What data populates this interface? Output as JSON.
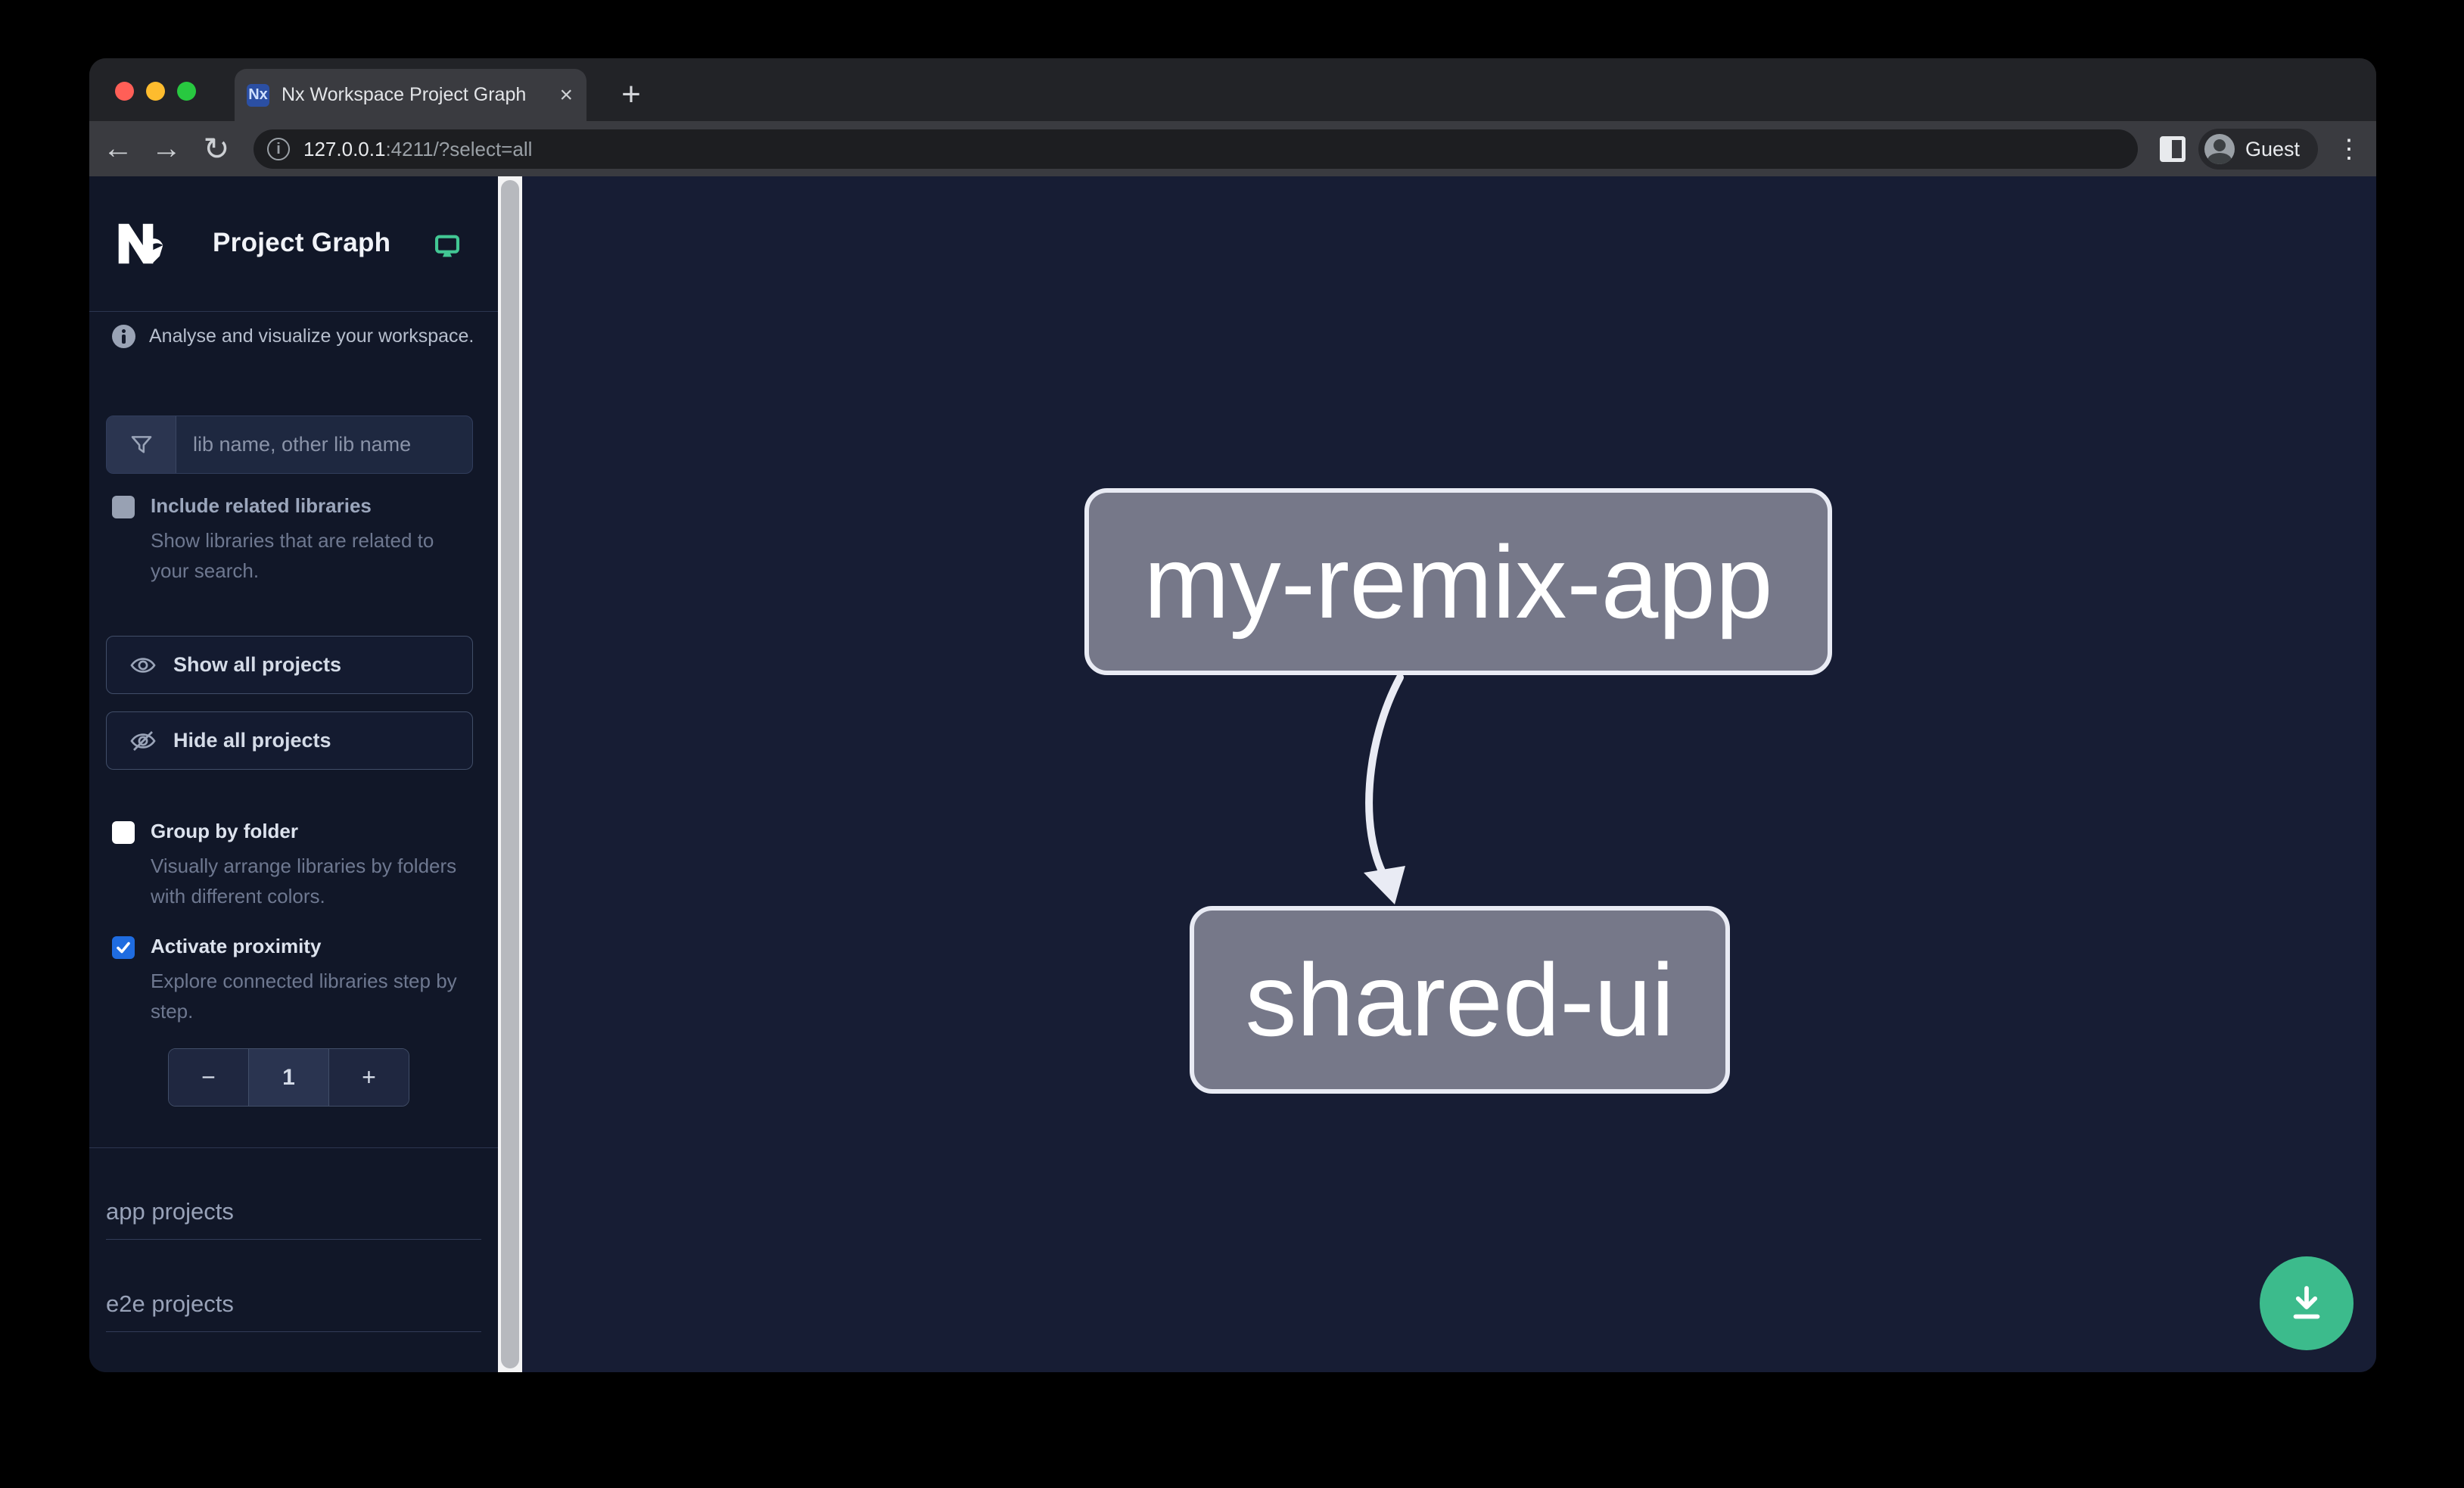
{
  "browser": {
    "tab_title": "Nx Workspace Project Graph",
    "tab_close_glyph": "×",
    "new_tab_glyph": "+",
    "back_glyph": "←",
    "forward_glyph": "→",
    "reload_glyph": "↻",
    "url_host": "127.0.0.1",
    "url_rest": ":4211/?select=all",
    "profile_label": "Guest",
    "menu_glyph": "⋮",
    "favicon_letter": "Nx"
  },
  "sidebar": {
    "title": "Project Graph",
    "tagline": "Analyse and visualize your workspace.",
    "search_placeholder": "lib name, other lib name",
    "include_related": {
      "label": "Include related libraries",
      "description": "Show libraries that are related to your search.",
      "checked": false
    },
    "show_all_label": "Show all projects",
    "hide_all_label": "Hide all projects",
    "group_by_folder": {
      "label": "Group by folder",
      "description": "Visually arrange libraries by folders with different colors.",
      "checked": false
    },
    "activate_proximity": {
      "label": "Activate proximity",
      "description": "Explore connected libraries step by step.",
      "checked": true
    },
    "stepper": {
      "decrement": "−",
      "value": "1",
      "increment": "+"
    },
    "sections": [
      {
        "label": "app projects"
      },
      {
        "label": "e2e projects"
      }
    ]
  },
  "graph": {
    "nodes": [
      {
        "label": "my-remix-app"
      },
      {
        "label": "shared-ui"
      }
    ],
    "edges": [
      {
        "from": "my-remix-app",
        "to": "shared-ui"
      }
    ]
  },
  "colors": {
    "accent_green": "#3cbb8c",
    "monitor_green": "#42c794",
    "checkbox_blue": "#1f6ce0",
    "node_fill": "#767889",
    "node_border": "#e9ebf4",
    "sidebar_bg": "#111728",
    "canvas_bg": "#171d34"
  }
}
